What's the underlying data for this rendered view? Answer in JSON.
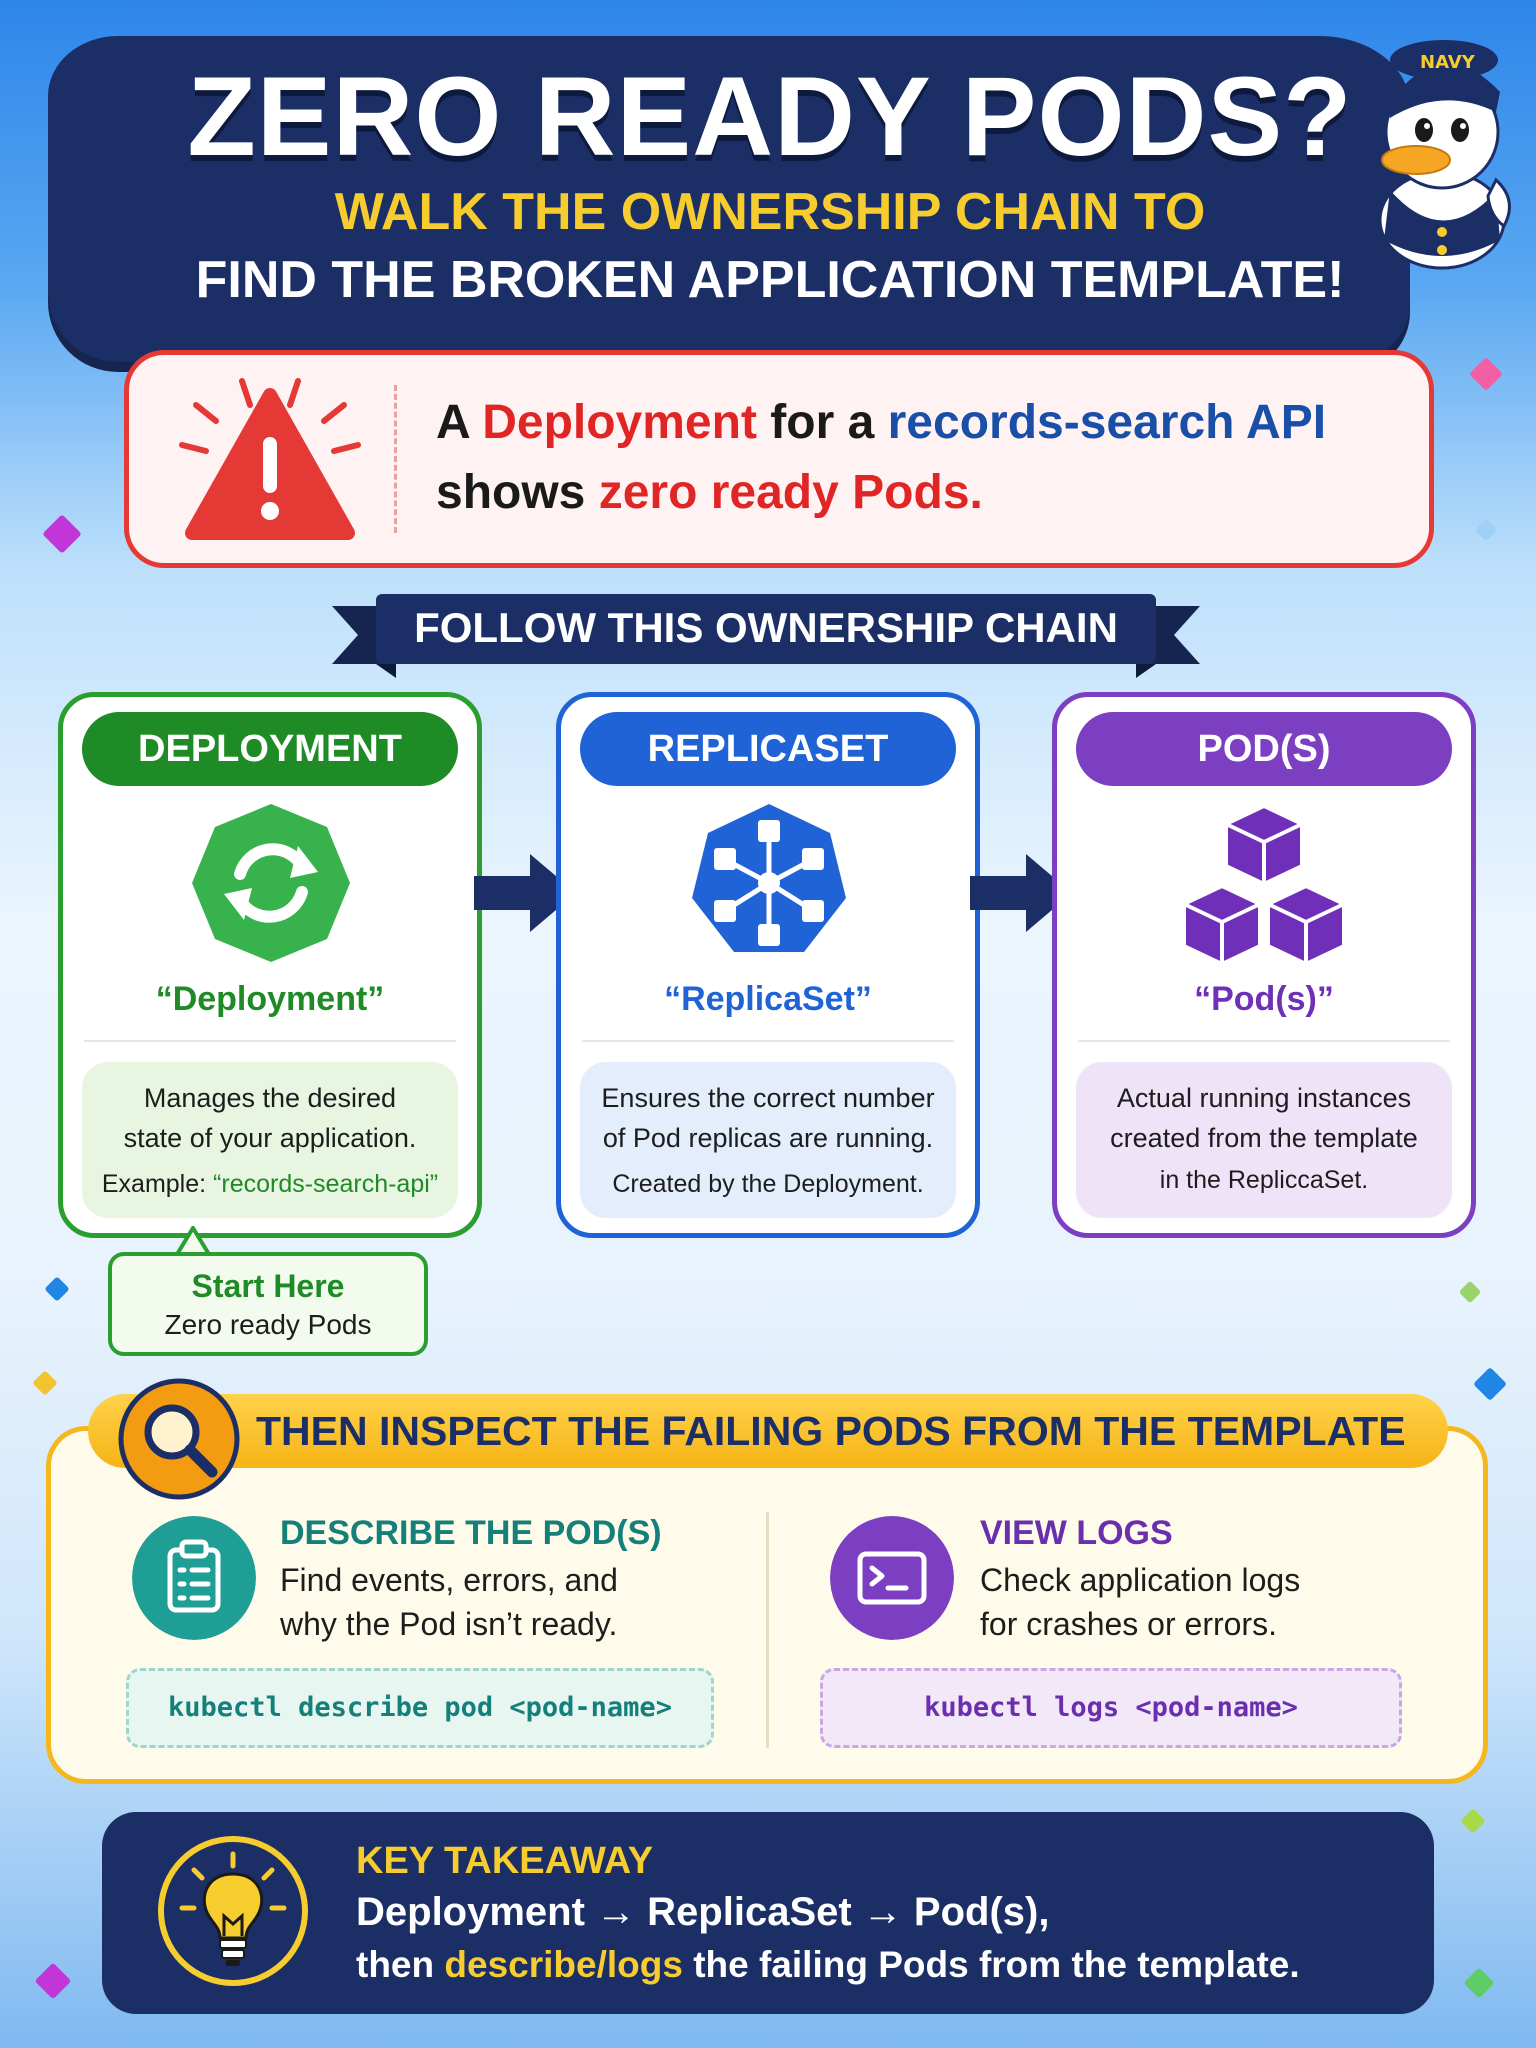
{
  "header": {
    "title": "ZERO READY PODS?",
    "subtitle_line1": "WALK THE OWNERSHIP CHAIN TO",
    "subtitle_line2": "FIND THE BROKEN APPLICATION TEMPLATE!",
    "mascot_cap_text": "NAVY"
  },
  "alert": {
    "icon": "warning-triangle-icon",
    "line1_pre": "A ",
    "line1_red": "Deployment",
    "line1_mid": " for a ",
    "line1_blue": "records-search API",
    "line2_pre": "shows ",
    "line2_red": "zero ready Pods."
  },
  "banner": {
    "label": "FOLLOW THIS OWNERSHIP CHAIN"
  },
  "chain": [
    {
      "header": "DEPLOYMENT",
      "icon": "deployment-cycle-icon",
      "name": "“Deployment”",
      "desc_line1": "Manages the desired",
      "desc_line2": "state of your application.",
      "example_label": "Example: ",
      "example_value": "“records-search-api”",
      "color": "#2b9e30"
    },
    {
      "header": "REPLICASET",
      "icon": "replicaset-network-icon",
      "name": "“ReplicaSet”",
      "desc_line1": "Ensures the correct number",
      "desc_line2": "of Pod replicas are running.",
      "desc_line3": "Created by the Deployment.",
      "color": "#1f63d6"
    },
    {
      "header": "POD(S)",
      "icon": "pods-cubes-icon",
      "name": "“Pod(s)”",
      "desc_line1": "Actual running instances",
      "desc_line2": "created from the template",
      "desc_line3": "in the Replicca​Set.",
      "color": "#7c3fc2"
    }
  ],
  "callout": {
    "title": "Start Here",
    "subtitle": "Zero ready Pods"
  },
  "inspect": {
    "title": "THEN INSPECT THE FAILING PODS FROM THE TEMPLATE",
    "describe": {
      "title": "DESCRIBE THE POD(S)",
      "line1": "Find events, errors, and",
      "line2": "why the Pod isn’t ready.",
      "command": "kubectl describe pod <pod-name>"
    },
    "logs": {
      "title": "VIEW LOGS",
      "line1": "Check application logs",
      "line2": "for crashes or errors.",
      "command": "kubectl logs <pod-name>"
    }
  },
  "takeaway": {
    "title": "KEY TAKEAWAY",
    "line1": "Deployment → ReplicaSet → Pod(s),",
    "line2_pre": "then ",
    "line2_highlight": "describe/logs",
    "line2_post": " the failing Pods from the template."
  },
  "colors": {
    "navy": "#1b2f66",
    "accent_yellow": "#f7cc2f",
    "alert_red": "#e53935",
    "deployment_green": "#2b9e30",
    "replicaset_blue": "#1f63d6",
    "pod_purple": "#7c3fc2"
  }
}
